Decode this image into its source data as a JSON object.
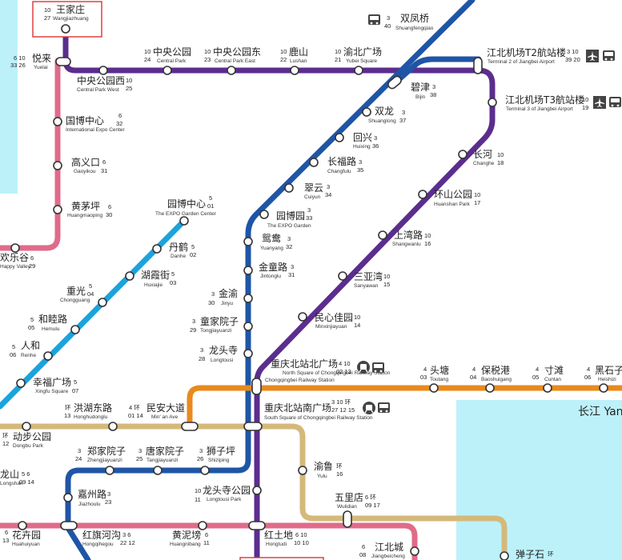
{
  "river": {
    "label": "长江 Yan"
  },
  "colors": {
    "line1": "#d4b97a",
    "line2": "#2a5fa9",
    "line3": "#1f55a6",
    "line4": "#e98a1c",
    "line5": "#1ba3dc",
    "line6": "#e06b8a",
    "line10": "#5b2d8e",
    "river": "#bdf1fa"
  },
  "icons": [
    "bus-icon",
    "airplane-icon",
    "train-icon"
  ],
  "stations": {
    "wangjiazhuang": {
      "zh": "王家庄",
      "en": "Wangjiazhuang",
      "no": "10",
      "seq": "27"
    },
    "shuangfengqiao": {
      "zh": "双凤桥",
      "en": "Shuangfengqiao",
      "no": "3",
      "seq": "40"
    },
    "yuelai": {
      "zh": "悦来",
      "en": "Yuelai",
      "no": "6 10",
      "seq": "33 26"
    },
    "zhongyanggongyuan": {
      "zh": "中央公园",
      "en": "Central Park",
      "no": "10",
      "seq": "24"
    },
    "zhongyanggongyuandong": {
      "zh": "中央公园东",
      "en": "Central Park East",
      "no": "10",
      "seq": "23"
    },
    "lushan": {
      "zh": "鹿山",
      "en": "Lushan",
      "no": "10",
      "seq": "22"
    },
    "yubeiguangchang": {
      "zh": "渝北广场",
      "en": "Yubei Square",
      "no": "10",
      "seq": "21"
    },
    "t2": {
      "zh": "江北机场T2航站楼",
      "en": "Terminal 2 of Jiangbei Airport",
      "no": "3 10",
      "seq": "39 20"
    },
    "zhongyanggongyuanxi": {
      "zh": "中央公园西",
      "en": "Central Park West",
      "no": "10",
      "seq": "25"
    },
    "bijin": {
      "zh": "碧津",
      "en": "Bijin",
      "no": "3",
      "seq": "38"
    },
    "t3": {
      "zh": "江北机场T3航站楼",
      "en": "Terminal 3 of Jiangbei Airport",
      "no": "10",
      "seq": "19"
    },
    "guobozhongxin": {
      "zh": "国博中心",
      "en": "International Expo Center",
      "no": "6",
      "seq": "32"
    },
    "shuanglong": {
      "zh": "双龙",
      "en": "Shuanglong",
      "no": "3",
      "seq": "37"
    },
    "huixing": {
      "zh": "回兴",
      "en": "Huixing",
      "no": "3",
      "seq": "36"
    },
    "changhe": {
      "zh": "长河",
      "en": "Changhe",
      "no": "10",
      "seq": "18"
    },
    "gaoyikou": {
      "zh": "高义口",
      "en": "Gaoyikou",
      "no": "6",
      "seq": "31"
    },
    "changfulu": {
      "zh": "长福路",
      "en": "Changfulu",
      "no": "3",
      "seq": "35"
    },
    "cuiyun": {
      "zh": "翠云",
      "en": "Cuiyun",
      "no": "3",
      "seq": "34"
    },
    "huanshangongyuan": {
      "zh": "环山公园",
      "en": "Huanshan Park",
      "no": "10",
      "seq": "17"
    },
    "huangmaoping": {
      "zh": "黄茅坪",
      "en": "Huangmaoping",
      "no": "6",
      "seq": "30"
    },
    "yuanbozhongxin": {
      "zh": "园博中心",
      "en": "The EXPO Garden Center",
      "no": "5",
      "seq": "01"
    },
    "yuanboyuan": {
      "zh": "园博园",
      "en": "The EXPO Garden",
      "no": "3",
      "seq": "33"
    },
    "shangwanlu": {
      "zh": "上湾路",
      "en": "Shangwanlu",
      "no": "10",
      "seq": "16"
    },
    "danhe": {
      "zh": "丹鹤",
      "en": "Danhe",
      "no": "5",
      "seq": "02"
    },
    "yuanyang": {
      "zh": "鸳鸯",
      "en": "Yuanyang",
      "no": "3",
      "seq": "32"
    },
    "huanlegu": {
      "zh": "欢乐谷",
      "en": "Happy Valley",
      "no": "6",
      "seq": "29"
    },
    "jintonglu": {
      "zh": "金童路",
      "en": "Jintonglu",
      "no": "3",
      "seq": "31"
    },
    "huxiajie": {
      "zh": "湖霞街",
      "en": "Huxiajie",
      "no": "5",
      "seq": "03"
    },
    "sanyawan": {
      "zh": "三亚湾",
      "en": "Sanyawan",
      "no": "10",
      "seq": "15"
    },
    "chongguang": {
      "zh": "重光",
      "en": "Chongguang",
      "no": "5",
      "seq": "04"
    },
    "jinyu": {
      "zh": "金渝",
      "en": "Jinyu",
      "no": "3",
      "seq": "30"
    },
    "heshenglu": {
      "zh": "和睦路",
      "en": "Hemulu",
      "no": "5",
      "seq": "05"
    },
    "minxinjiayuan": {
      "zh": "民心佳园",
      "en": "Minxinjiayuan",
      "no": "10",
      "seq": "14"
    },
    "tongjiayuanzi": {
      "zh": "童家院子",
      "en": "Tongjiayuanzi",
      "no": "3",
      "seq": "29"
    },
    "renhe": {
      "zh": "人和",
      "en": "Renhe",
      "no": "5",
      "seq": "06"
    },
    "longtousi": {
      "zh": "龙头寺",
      "en": "Longtousi",
      "no": "3",
      "seq": "28"
    },
    "cqnorthnorth": {
      "zh": "重庆北站北广场",
      "en": "North Square of Chongqingbei Railway Station",
      "no": "4 10",
      "seq": "02 13"
    },
    "xingfuguangchang": {
      "zh": "幸福广场",
      "en": "Xingfu Square",
      "no": "5",
      "seq": "07"
    },
    "toutang": {
      "zh": "头塘",
      "en": "Toutang",
      "no": "4",
      "seq": "03"
    },
    "baoshuigang": {
      "zh": "保税港",
      "en": "Baoshuigang",
      "no": "4",
      "seq": "04"
    },
    "cuntan": {
      "zh": "寸滩",
      "en": "Cuntan",
      "no": "4",
      "seq": "05"
    },
    "heishizi": {
      "zh": "黑石子",
      "en": "Heishizi",
      "no": "4",
      "seq": "06"
    },
    "honghudonglu": {
      "zh": "洪湖东路",
      "en": "Honghudonglu",
      "no": "环",
      "seq": "13"
    },
    "minandadao": {
      "zh": "民安大道",
      "en": "Min' an Ave",
      "no": "4 环",
      "seq": "01 14"
    },
    "cqnorthsouth": {
      "zh": "重庆北站南广场",
      "en": "South Square of Chongqingbei Railway Station",
      "no": "3 10 环",
      "seq": "27 12 15"
    },
    "dongbugongyuan": {
      "zh": "动步公园",
      "en": "Dongbu Park",
      "no": "环",
      "seq": "12"
    },
    "zhengjiayuanzi": {
      "zh": "郑家院子",
      "en": "Zhengjiayuanzi",
      "no": "3",
      "seq": "24"
    },
    "tangjiayuanzi": {
      "zh": "唐家院子",
      "en": "Tangjiayuanzi",
      "no": "3",
      "seq": "25"
    },
    "shiziping": {
      "zh": "狮子坪",
      "en": "Shiziping",
      "no": "3",
      "seq": "26"
    },
    "yulu": {
      "zh": "渝鲁",
      "en": "Yulu",
      "no": "环",
      "seq": "16"
    },
    "longshan": {
      "zh": "龙山",
      "en": "Longshan",
      "no": "5 6",
      "seq": "09 14"
    },
    "longtousigongyuan": {
      "zh": "龙头寺公园",
      "en": "Longtousi Park",
      "no": "10",
      "seq": "11"
    },
    "jiazhoulu": {
      "zh": "嘉州路",
      "en": "Jiazhoulu",
      "no": "3",
      "seq": "23"
    },
    "wulidian": {
      "zh": "五里店",
      "en": "Wulidian",
      "no": "6 环",
      "seq": "09 17"
    },
    "huahuiyuan": {
      "zh": "花卉园",
      "en": "Huahuiyuan",
      "no": "6",
      "seq": "13"
    },
    "hongqihegou": {
      "zh": "红旗河沟",
      "en": "Hongqihegou",
      "no": "3 6",
      "seq": "22 12"
    },
    "huangniban": {
      "zh": "黄泥塝",
      "en": "Huangnibang",
      "no": "6",
      "seq": "11"
    },
    "hongtudi": {
      "zh": "红土地",
      "en": "Hongtudi",
      "no": "6 10",
      "seq": "10 10"
    },
    "jiangbeicheng": {
      "zh": "江北城",
      "en": "Jiangbeicheng",
      "no": "6",
      "seq": "08"
    },
    "danzishi": {
      "zh": "弹子石",
      "en": "Danzishi",
      "no": "环",
      "seq": ""
    }
  }
}
